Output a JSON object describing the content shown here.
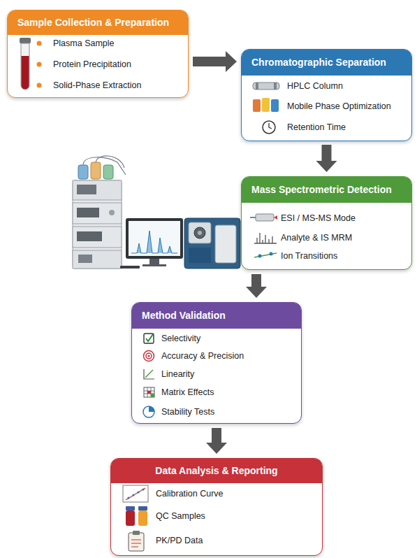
{
  "diagram": {
    "nodes": [
      {
        "text": [
          "Sample Collection & Preparation",
          "Plasma Sample",
          "Protein Precipitation",
          "Solid-Phase Extraction"
        ]
      },
      {
        "text": [
          "Chromatographic Separation",
          "HPLC Column",
          "Mobile Phase Optimization",
          "Retention Time"
        ]
      },
      {
        "text": [
          "Mass Spectrometric Detection",
          "ESI / MS-MS Mode",
          "Analyte & IS MRM",
          "Ion Transitions"
        ]
      },
      {
        "text": [
          "Method Validation",
          "Selectivity",
          "Accuracy & Precision",
          "Linearity",
          "Matrix Effects",
          "Stability Tests"
        ]
      },
      {
        "text": [
          "Data Analysis & Reporting",
          "Calibration Curve",
          "QC Samples",
          "PK/PD Data"
        ]
      }
    ],
    "edges": [
      {
        "from": 0,
        "to": 1,
        "arrow": "to"
      },
      {
        "from": 1,
        "to": 2,
        "arrow": "to"
      },
      {
        "from": 2,
        "to": 3,
        "arrow": "to"
      },
      {
        "from": 3,
        "to": 4,
        "arrow": "to"
      }
    ]
  }
}
